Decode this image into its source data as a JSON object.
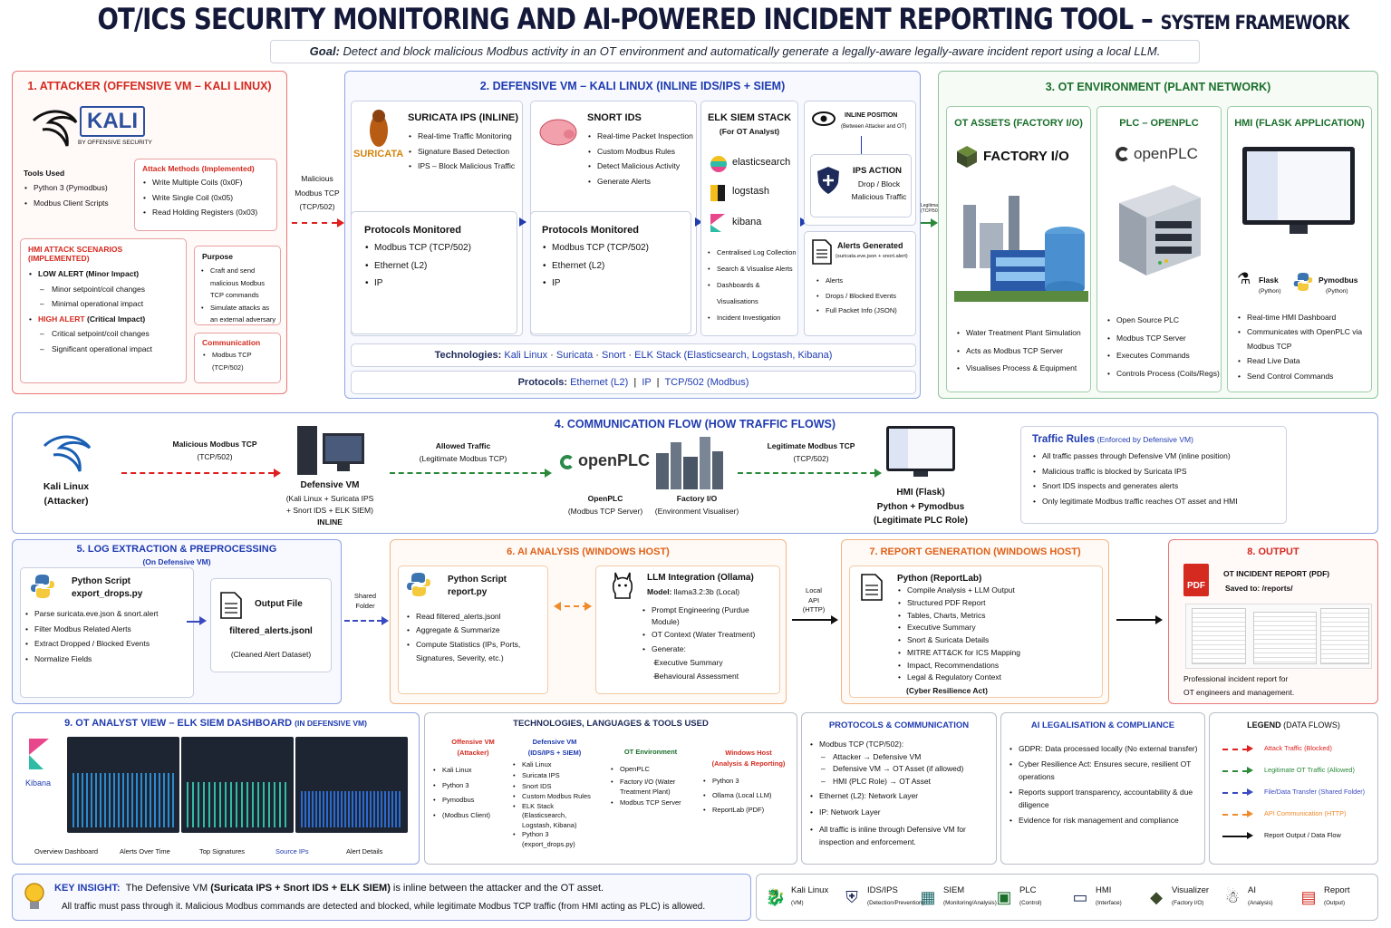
{
  "title": {
    "main": "OT/ICS SECURITY MONITORING AND AI-POWERED INCIDENT REPORTING TOOL",
    "sep": " – ",
    "sub": "SYSTEM FRAMEWORK"
  },
  "goal": {
    "label": "Goal:",
    "text": "Detect and block malicious Modbus activity in an OT environment and automatically generate a legally-aware legally-aware incident report using a local LLM."
  },
  "s1": {
    "title": "1. ATTACKER (OFFENSIVE VM – KALI LINUX)",
    "logo": "KALI",
    "logo_sub": "BY OFFENSIVE SECURITY",
    "tools_title": "Tools Used",
    "tools": [
      "Python 3 (Pymodbus)",
      "Modbus Client Scripts"
    ],
    "methods_title": "Attack Methods (Implemented)",
    "methods": [
      "Write Multiple Coils (0x0F)",
      "Write Single Coil (0x05)",
      "Read Holding Registers (0x03)"
    ],
    "hmi_title": "HMI ATTACK SCENARIOS (IMPLEMENTED)",
    "low": "LOW ALERT (Minor Impact)",
    "low_items": [
      "Minor setpoint/coil changes",
      "Minimal operational impact"
    ],
    "high_label": "HIGH ALERT",
    "high_rest": " (Critical Impact)",
    "high_items": [
      "Critical setpoint/coil changes",
      "Significant operational impact"
    ],
    "purpose_title": "Purpose",
    "purpose": [
      "Craft and send malicious Modbus TCP commands",
      "Simulate attacks as an external adversary"
    ],
    "comm_title": "Communication",
    "comm": [
      "Modbus TCP (TCP/502)"
    ]
  },
  "flow1": [
    "Malicious",
    "Modbus TCP",
    "(TCP/502)"
  ],
  "s2": {
    "title": "2. DEFENSIVE VM – KALI LINUX (INLINE IDS/IPS + SIEM)",
    "suricata": {
      "title": "SURICATA IPS (INLINE)",
      "logo": "SURICATA",
      "items": [
        "Real-time Traffic Monitoring",
        "Signature Based Detection",
        "IPS – Block Malicious Traffic"
      ]
    },
    "snort": {
      "title": "SNORT IDS",
      "items": [
        "Real-time Packet Inspection",
        "Custom Modbus Rules",
        "Detect Malicious Activity",
        "Generate Alerts"
      ]
    },
    "proto_title": "Protocols Monitored",
    "proto": [
      "Modbus TCP (TCP/502)",
      "Ethernet (L2)",
      "IP"
    ],
    "elk": {
      "title": "ELK SIEM STACK",
      "sub": "(For OT Analyst)",
      "stack": [
        "elasticsearch",
        "logstash",
        "kibana"
      ],
      "items": [
        "Centralised Log Collection",
        "Search & Visualise Alerts",
        "Dashboards & Visualisations",
        "Incident Investigation"
      ]
    },
    "inline": {
      "title": "INLINE POSITION",
      "sub": "(Between Attacker and OT)"
    },
    "ips": {
      "title": "IPS ACTION",
      "text": [
        "Drop / Block",
        "Malicious Traffic"
      ]
    },
    "alerts": {
      "title": "Alerts Generated",
      "sub": "(suricata.eve.json + snort.alert)",
      "items": [
        "Alerts",
        "Drops / Blocked Events",
        "Full Packet Info (JSON)"
      ]
    },
    "tech_label": "Technologies:",
    "tech": [
      "Kali Linux",
      "Suricata",
      "Snort",
      "ELK Stack (Elasticsearch, Logstash, Kibana)"
    ],
    "proto_label": "Protocols:",
    "protos": [
      "Ethernet (L2)",
      "IP",
      "TCP/502 (Modbus)"
    ]
  },
  "flow2": [
    "Legitimate",
    "(TCP/502)"
  ],
  "s3": {
    "title": "3. OT ENVIRONMENT (PLANT NETWORK)",
    "assets": {
      "title": "OT ASSETS (FACTORY I/O)",
      "brand": "FACTORY I/O",
      "items": [
        "Water Treatment Plant Simulation",
        "Acts as Modbus TCP Server",
        "Visualises Process & Equipment"
      ]
    },
    "plc": {
      "title": "PLC – OPENPLC",
      "brand": "openPLC",
      "items": [
        "Open Source PLC",
        "Modbus TCP Server",
        "Executes Commands",
        "Controls Process (Coils/Regs)"
      ]
    },
    "hmi": {
      "title": "HMI (FLASK APPLICATION)",
      "flask": "Flask",
      "flask_sub": "(Python)",
      "pymod": "Pymodbus",
      "pymod_sub": "(Python)",
      "items": [
        "Real-time HMI Dashboard",
        "Communicates with OpenPLC via Modbus TCP",
        "Read Live Data",
        "Send Control Commands"
      ]
    }
  },
  "s4": {
    "title": "4. COMMUNICATION FLOW (HOW TRAFFIC FLOWS)",
    "kali": [
      "Kali Linux",
      "(Attacker)"
    ],
    "mal": [
      "Malicious Modbus TCP",
      "(TCP/502)"
    ],
    "def": [
      "Defensive VM",
      "(Kali Linux + Suricata IPS",
      "+ Snort IDS + ELK SIEM)",
      "INLINE"
    ],
    "allowed": [
      "Allowed Traffic",
      "(Legitimate Modbus TCP)"
    ],
    "openplc": [
      "OpenPLC",
      "(Modbus TCP Server)"
    ],
    "factory": [
      "Factory I/O",
      "(Environment Visualiser)"
    ],
    "legit": [
      "Legitimate Modbus TCP",
      "(TCP/502)"
    ],
    "hmi": [
      "HMI (Flask)",
      "Python + Pymodbus",
      "(Legitimate PLC Role)"
    ],
    "rules_title": "Traffic Rules",
    "rules_sub": "(Enforced by Defensive VM)",
    "rules": [
      "All traffic passes through Defensive VM (inline position)",
      "Malicious traffic is blocked by Suricata IPS",
      "Snort IDS inspects and generates alerts",
      "Only legitimate Modbus traffic reaches OT asset and HMI"
    ]
  },
  "s5": {
    "title": "5. LOG EXTRACTION & PREPROCESSING",
    "sub": "(On Defensive VM)",
    "script": [
      "Python Script",
      "export_drops.py"
    ],
    "items": [
      "Parse suricata.eve.json & snort.alert",
      "Filter Modbus Related Alerts",
      "Extract Dropped / Blocked Events",
      "Normalize Fields"
    ],
    "out_title": "Output File",
    "out_file": "filtered_alerts.jsonl",
    "out_sub": "(Cleaned Alert Dataset)",
    "shared": [
      "Shared",
      "Folder"
    ]
  },
  "s6": {
    "title": "6. AI ANALYSIS (WINDOWS HOST)",
    "script": [
      "Python Script",
      "report.py"
    ],
    "items": [
      "Read filtered_alerts.jsonl",
      "Aggregate & Summarize",
      "Compute Statistics (IPs, Ports, Signatures, Severity, etc.)"
    ],
    "llm_title": "LLM Integration (Ollama)",
    "model_label": "Model:",
    "model": "llama3.2:3b (Local)",
    "llm_items": [
      "Prompt Engineering (Purdue Module)",
      "OT Context (Water Treatment)",
      "Generate:"
    ],
    "gen": [
      "Executive Summary",
      "Behavioural Assessment"
    ],
    "api": [
      "Local",
      "API",
      "(HTTP)"
    ]
  },
  "s7": {
    "title": "7. REPORT GENERATION (WINDOWS HOST)",
    "head": "Python (ReportLab)",
    "items": [
      "Compile Analysis + LLM Output",
      "Structured PDF Report",
      "Tables, Charts, Metrics",
      "Executive Summary",
      "Snort & Suricata Details",
      "MITRE ATT&CK for ICS Mapping",
      "Impact, Recommendations",
      "Legal & Regulatory Context"
    ],
    "last": "(Cyber Resilience Act)"
  },
  "s8": {
    "title": "8. OUTPUT",
    "head": "OT INCIDENT REPORT (PDF)",
    "saved": "Saved to: /reports/",
    "pdf": "PDF",
    "desc": [
      "Professional incident report for",
      "OT engineers and management."
    ]
  },
  "s9": {
    "title": "9. OT ANALYST VIEW – ELK SIEM DASHBOARD",
    "title_sub": "(IN DEFENSIVE VM)",
    "kibana": "Kibana",
    "captions": [
      "Overview Dashboard",
      "Alerts Over Time",
      "Top Signatures",
      "Source IPs",
      "Alert Details"
    ]
  },
  "tech": {
    "title": "TECHNOLOGIES, LANGUAGES & TOOLS USED",
    "cols": [
      {
        "h": [
          "Offensive VM",
          "(Attacker)"
        ],
        "color": "#d42a1f",
        "items": [
          "Kali Linux",
          "Python 3",
          "Pymodbus",
          "(Modbus Client)"
        ]
      },
      {
        "h": [
          "Defensive VM",
          "(IDS/IPS + SIEM)"
        ],
        "color": "#1f3bb0",
        "items": [
          "Kali Linux",
          "Suricata IPS",
          "Snort IDS",
          "Custom Modbus Rules",
          "ELK Stack (Elasticsearch, Logstash, Kibana)",
          "Python 3 (export_drops.py)"
        ]
      },
      {
        "h": [
          "OT Environment"
        ],
        "color": "#1b6f2c",
        "items": [
          "OpenPLC",
          "Factory I/O (Water Treatment Plant)",
          "Modbus TCP Server"
        ]
      },
      {
        "h": [
          "Windows Host",
          "(Analysis & Reporting)"
        ],
        "color": "#d42a1f",
        "items": [
          "Python 3",
          "Ollama (Local LLM)",
          "ReportLab (PDF)"
        ]
      }
    ]
  },
  "pc": {
    "title": "PROTOCOLS & COMMUNICATION",
    "head": "Modbus TCP (TCP/502):",
    "sub": [
      "Attacker → Defensive VM",
      "Defensive VM → OT Asset (if allowed)",
      "HMI (PLC Role) → OT Asset"
    ],
    "items": [
      "Ethernet (L2): Network Layer",
      "IP: Network Layer",
      "All traffic is inline through Defensive VM for inspection and enforcement."
    ]
  },
  "ai": {
    "title": "AI LEGALISATION & COMPLIANCE",
    "items": [
      "GDPR: Data processed locally (No external transfer)",
      "Cyber Resilience Act: Ensures secure, resilient OT operations",
      "Reports support transparency, accountability & due diligence",
      "Evidence for risk management and compliance"
    ]
  },
  "legend": {
    "title": "LEGEND",
    "title_sub": "(DATA FLOWS)",
    "items": [
      {
        "label": "Attack Traffic (Blocked)",
        "color": "#e02020"
      },
      {
        "label": "Legitimate OT Traffic (Allowed)",
        "color": "#2a8a3a"
      },
      {
        "label": "File/Data Transfer (Shared Folder)",
        "color": "#3a4ac0"
      },
      {
        "label": "API Communication (HTTP)",
        "color": "#f08a2c"
      },
      {
        "label": "Report Output / Data Flow",
        "color": "#111111"
      }
    ]
  },
  "insight": {
    "label": "KEY INSIGHT:",
    "l1a": "The Defensive VM ",
    "l1b": "(Suricata IPS + Snort IDS + ELK SIEM)",
    "l1c": " is inline between the attacker and the OT asset.",
    "l2": "All traffic must pass through it. Malicious Modbus commands are detected and blocked, while legitimate Modbus TCP traffic (from HMI acting as PLC) is allowed."
  },
  "iconbar": [
    {
      "t": "Kali Linux",
      "s": "(VM)"
    },
    {
      "t": "IDS/IPS",
      "s": "(Detection/Prevention)"
    },
    {
      "t": "SIEM",
      "s": "(Monitoring/Analysis)"
    },
    {
      "t": "PLC",
      "s": "(Control)"
    },
    {
      "t": "HMI",
      "s": "(Interface)"
    },
    {
      "t": "Visualizer",
      "s": "(Factory I/O)"
    },
    {
      "t": "AI",
      "s": "(Analysis)"
    },
    {
      "t": "Report",
      "s": "(Output)"
    }
  ]
}
